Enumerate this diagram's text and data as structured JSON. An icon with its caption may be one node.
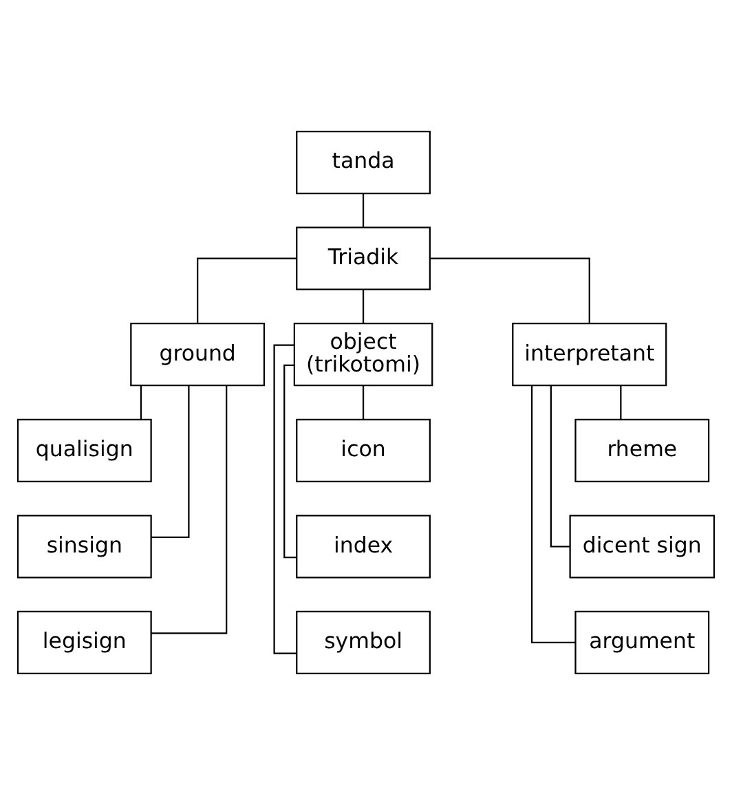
{
  "diagram": {
    "nodes": [
      {
        "text": [
          "tanda"
        ]
      },
      {
        "text": [
          "Triadik"
        ]
      },
      {
        "text": [
          "ground"
        ]
      },
      {
        "text": [
          "object (trikotomi)"
        ]
      },
      {
        "text": [
          "interpretant"
        ]
      },
      {
        "text": [
          "qualisign"
        ]
      },
      {
        "text": [
          "sinsign"
        ]
      },
      {
        "text": [
          "legisign"
        ]
      },
      {
        "text": [
          "icon"
        ]
      },
      {
        "text": [
          "index"
        ]
      },
      {
        "text": [
          "symbol"
        ]
      },
      {
        "text": [
          "rheme"
        ]
      },
      {
        "text": [
          "dicent sign"
        ]
      },
      {
        "text": [
          "argument"
        ]
      }
    ],
    "edges": [
      {
        "from": 0,
        "to": 1,
        "arrow": "none"
      },
      {
        "from": 1,
        "to": 2,
        "arrow": "none"
      },
      {
        "from": 1,
        "to": 3,
        "arrow": "none"
      },
      {
        "from": 1,
        "to": 4,
        "arrow": "none"
      },
      {
        "from": 2,
        "to": 5,
        "arrow": "none"
      },
      {
        "from": 2,
        "to": 6,
        "arrow": "none"
      },
      {
        "from": 2,
        "to": 7,
        "arrow": "none"
      },
      {
        "from": 3,
        "to": 8,
        "arrow": "none"
      },
      {
        "from": 3,
        "to": 9,
        "arrow": "none"
      },
      {
        "from": 3,
        "to": 10,
        "arrow": "none"
      },
      {
        "from": 4,
        "to": 11,
        "arrow": "none"
      },
      {
        "from": 4,
        "to": 12,
        "arrow": "none"
      },
      {
        "from": 4,
        "to": 13,
        "arrow": "none"
      }
    ]
  }
}
